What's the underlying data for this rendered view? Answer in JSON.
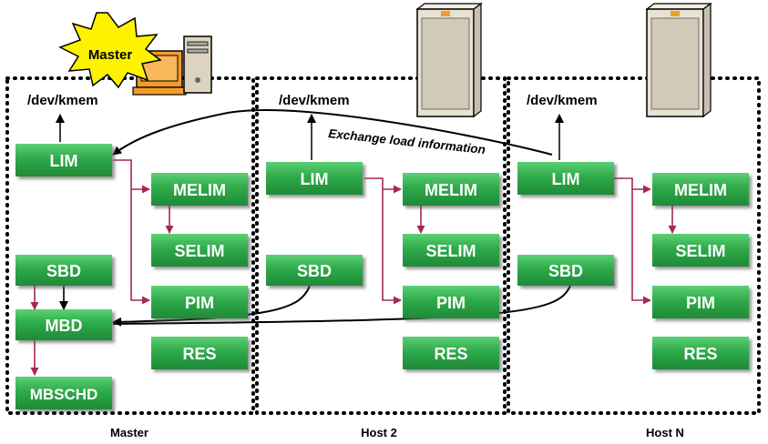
{
  "badge": {
    "label": "Master"
  },
  "hosts": [
    {
      "name": "Master",
      "kmem": "/dev/kmem",
      "boxes": {
        "lim": "LIM",
        "melim": "MELIM",
        "selim": "SELIM",
        "pim": "PIM",
        "res": "RES",
        "sbd": "SBD",
        "mbd": "MBD",
        "mbschd": "MBSCHD"
      }
    },
    {
      "name": "Host 2",
      "kmem": "/dev/kmem",
      "boxes": {
        "lim": "LIM",
        "melim": "MELIM",
        "selim": "SELIM",
        "pim": "PIM",
        "res": "RES",
        "sbd": "SBD"
      }
    },
    {
      "name": "Host N",
      "kmem": "/dev/kmem",
      "boxes": {
        "lim": "LIM",
        "melim": "MELIM",
        "selim": "SELIM",
        "pim": "PIM",
        "res": "RES",
        "sbd": "SBD"
      }
    }
  ],
  "exchange_label": "Exchange load information",
  "colors": {
    "box_fill": "#2eaa4a",
    "box_top": "#4cc766",
    "box_text": "#ffffff",
    "arrow_internal": "#a8284c",
    "arrow_black": "#000000",
    "badge_fill": "#fff200",
    "server_fill": "#e8e2d4"
  }
}
